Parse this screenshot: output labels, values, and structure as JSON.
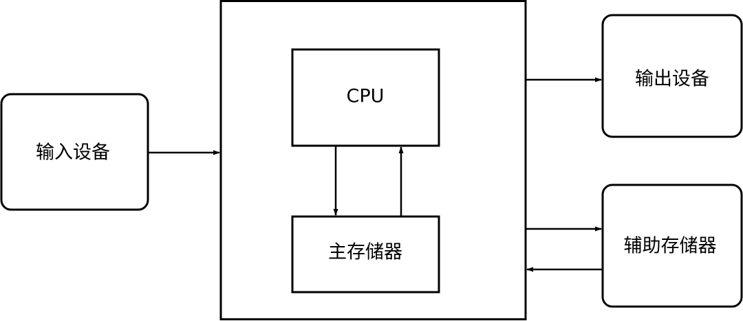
{
  "nodes": {
    "input_device": "输入设备",
    "cpu": "CPU",
    "main_memory": "主存储器",
    "output_device": "输出设备",
    "auxiliary_storage": "辅助存储器"
  },
  "edges": [
    {
      "from": "input_device",
      "to": "host"
    },
    {
      "from": "cpu",
      "to": "main_memory"
    },
    {
      "from": "main_memory",
      "to": "cpu"
    },
    {
      "from": "host",
      "to": "output_device"
    },
    {
      "from": "host",
      "to": "auxiliary_storage"
    },
    {
      "from": "auxiliary_storage",
      "to": "host"
    }
  ],
  "colors": {
    "stroke": "#000000",
    "background": "#ffffff"
  }
}
